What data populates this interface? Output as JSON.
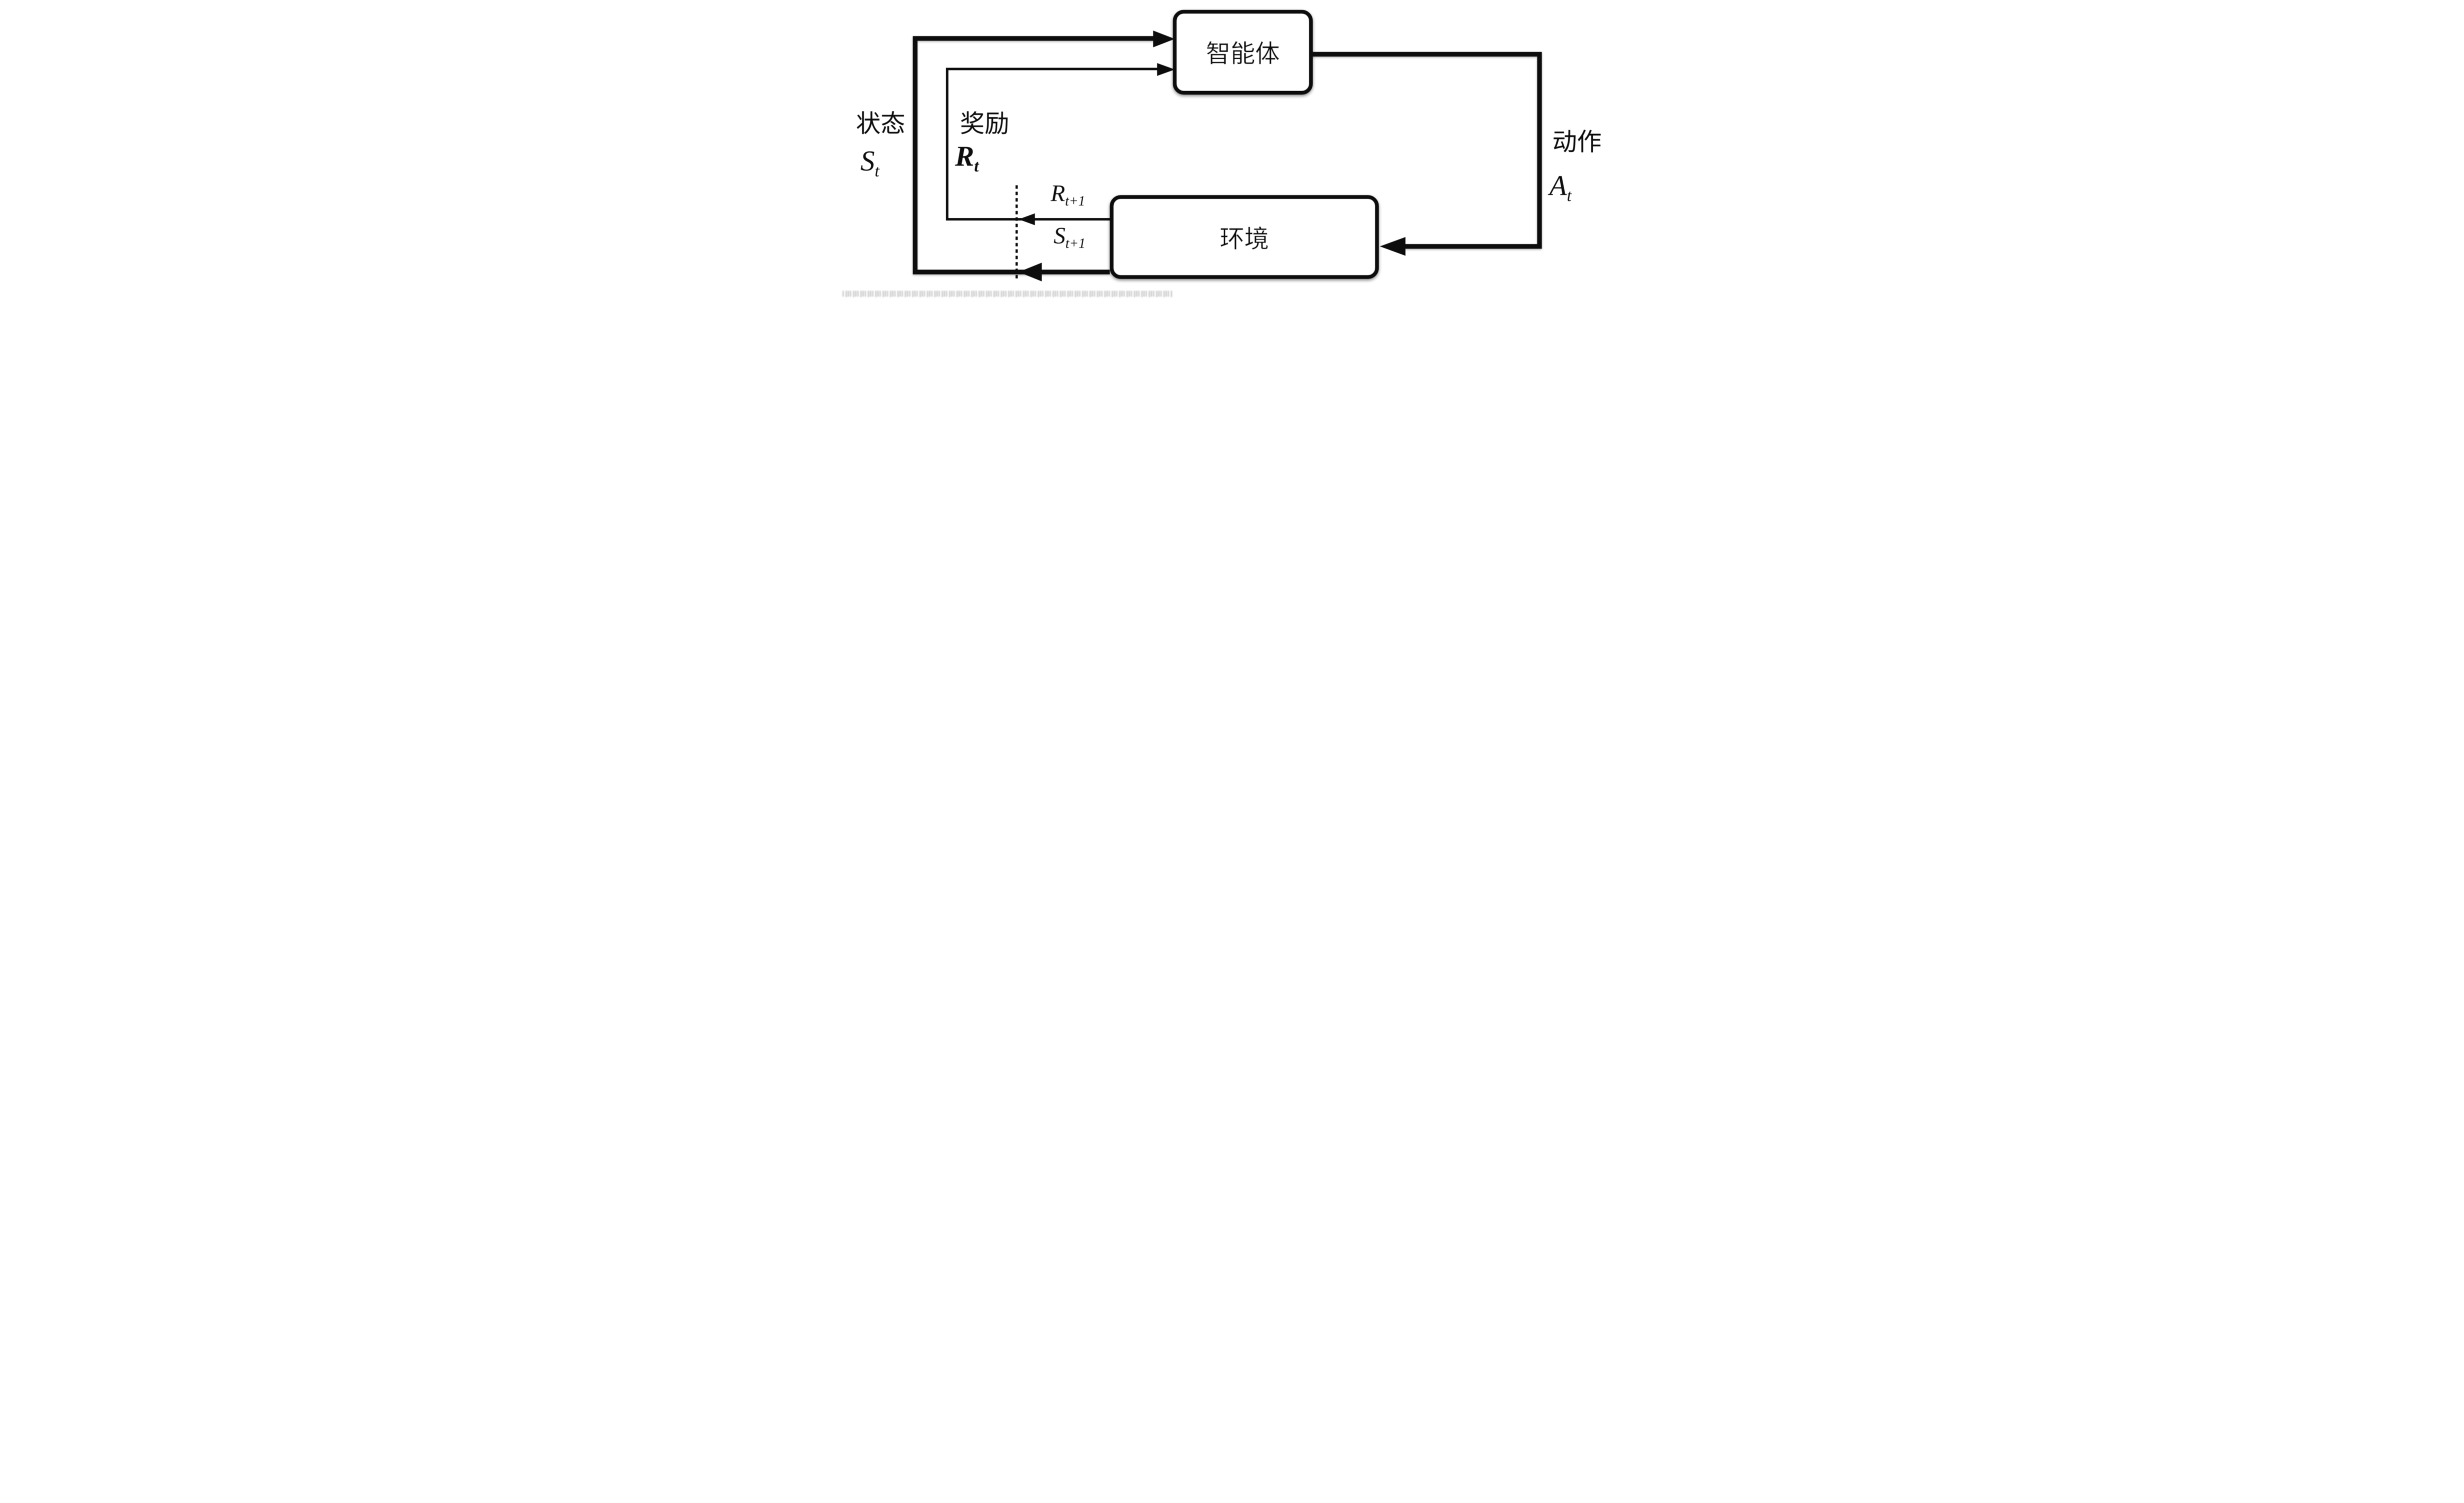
{
  "nodes": {
    "agent": "智能体",
    "environment": "环境"
  },
  "signals": {
    "state": {
      "name": "状态",
      "symbol": "S",
      "subscript": "t"
    },
    "reward": {
      "name": "奖励",
      "symbol": "R",
      "subscript": "t"
    },
    "action": {
      "name": "动作",
      "symbol": "A",
      "subscript": "t"
    },
    "next_reward": {
      "symbol": "R",
      "subscript": "t+1"
    },
    "next_state": {
      "symbol": "S",
      "subscript": "t+1"
    }
  },
  "colors": {
    "ink": "#0b0b0b",
    "background": "#ffffff",
    "box_fill": "#ffffff",
    "artifact_gray": "#8a8a8a"
  }
}
